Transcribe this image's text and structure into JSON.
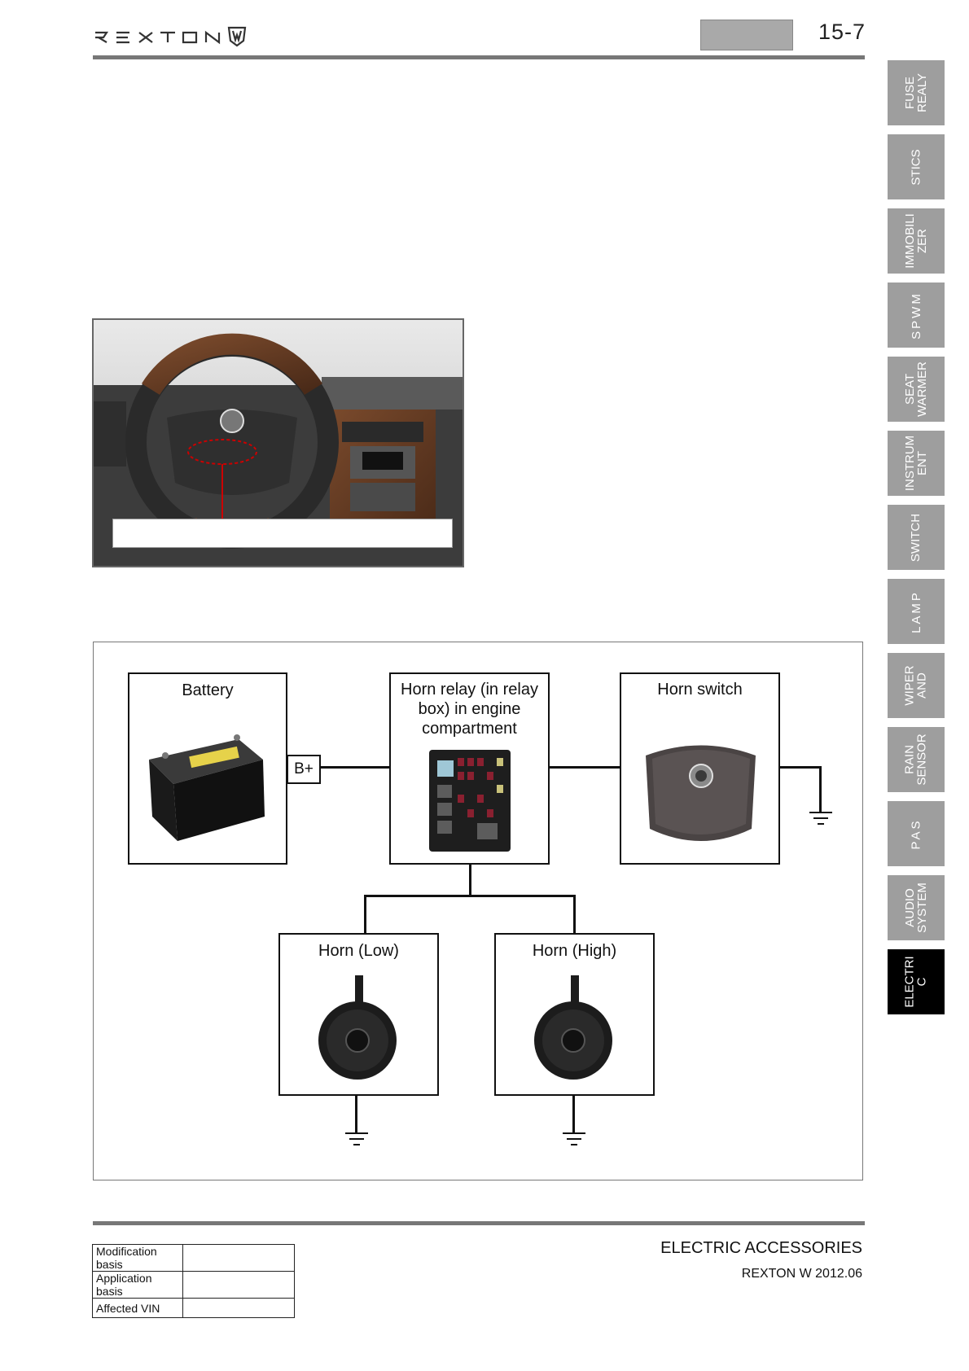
{
  "header": {
    "brand": "REXTON",
    "page_number": "15-7"
  },
  "side_tabs": [
    {
      "label": "FUSE\nREALY",
      "active": false
    },
    {
      "label": "STICS",
      "active": false
    },
    {
      "label": "IMMOBILI\nZER",
      "active": false
    },
    {
      "label": "SPWM",
      "active": false
    },
    {
      "label": "SEAT\nWARMER",
      "active": false
    },
    {
      "label": "INSTRUM\nENT",
      "active": false
    },
    {
      "label": "SWITCH",
      "active": false
    },
    {
      "label": "LAMP",
      "active": false
    },
    {
      "label": "WIPER\nAND",
      "active": false
    },
    {
      "label": "RAIN\nSENSOR",
      "active": false
    },
    {
      "label": "PAS",
      "active": false
    },
    {
      "label": "AUDIO\nSYSTEM",
      "active": false
    },
    {
      "label": "ELECTRI\nC",
      "active": true
    }
  ],
  "diagram": {
    "battery_label": "Battery",
    "bplus_label": "B+",
    "relay_label": "Horn relay (in relay box) in engine compartment",
    "switch_label": "Horn switch",
    "horn_low_label": "Horn (Low)",
    "horn_high_label": "Horn (High)"
  },
  "footer": {
    "rows": [
      {
        "key": "Modification basis",
        "value": ""
      },
      {
        "key": "Application basis",
        "value": ""
      },
      {
        "key": "Affected VIN",
        "value": ""
      }
    ],
    "section_title": "ELECTRIC ACCESSORIES",
    "model_date": "REXTON W 2012.06"
  },
  "colors": {
    "tab_inactive": "#9e9e9e",
    "tab_active": "#000000",
    "rule": "#777777"
  }
}
